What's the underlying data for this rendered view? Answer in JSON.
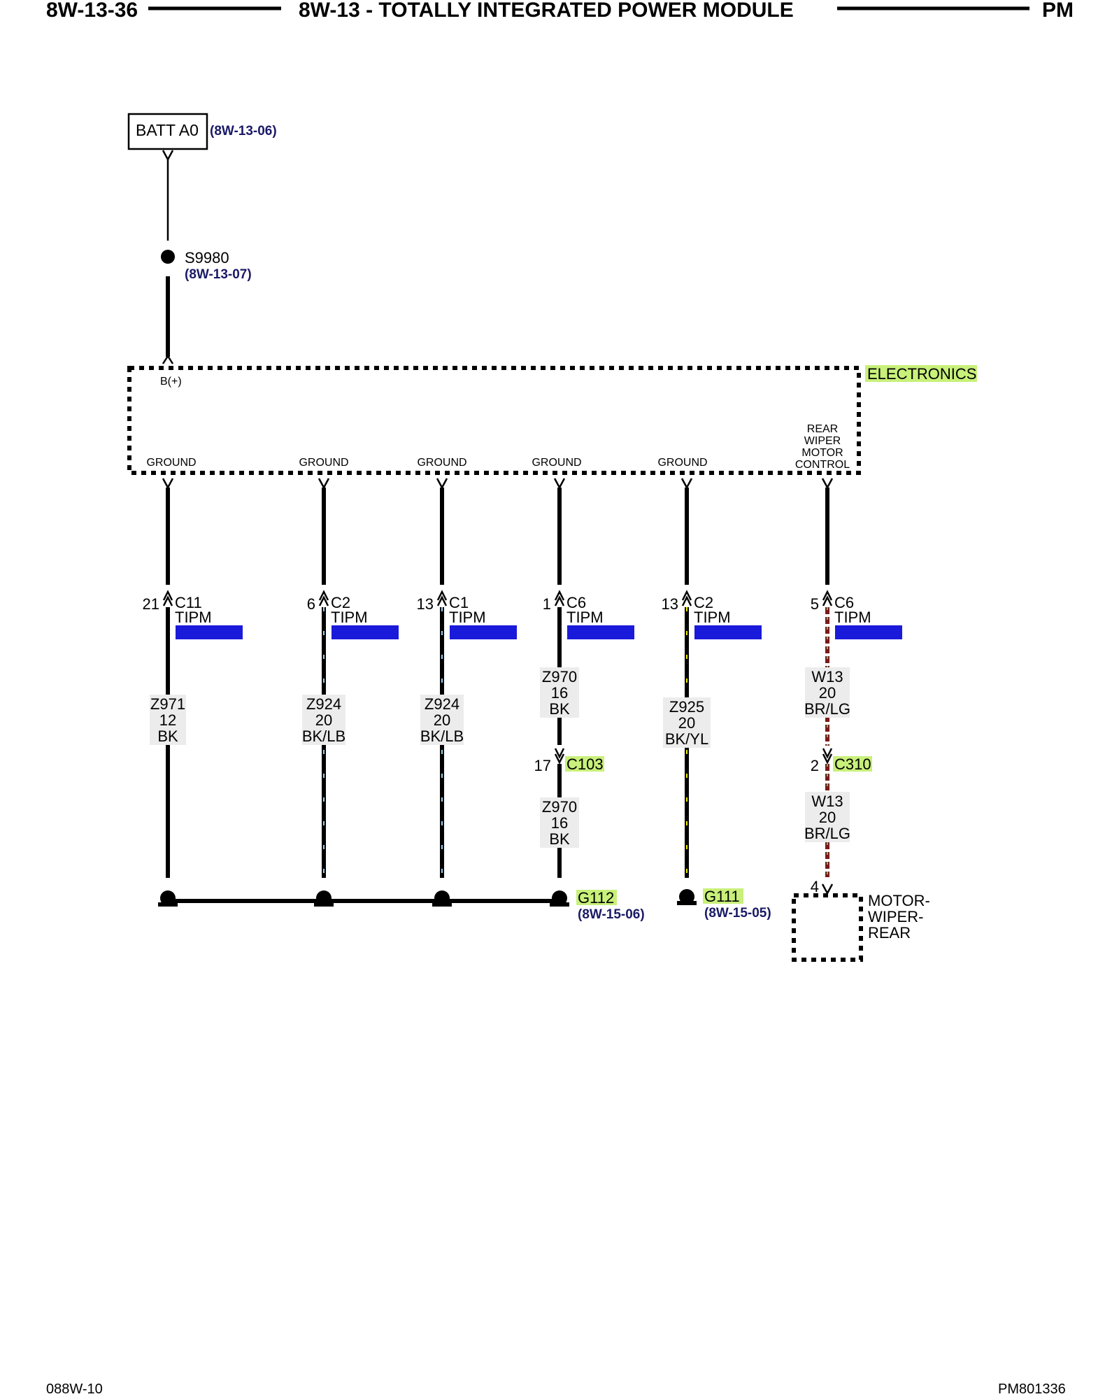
{
  "header": {
    "page_left": "8W-13-36",
    "title": "8W-13 - TOTALLY INTEGRATED POWER MODULE",
    "page_right": "PM"
  },
  "footer": {
    "left": "088W-10",
    "right": "PM801336"
  },
  "source": {
    "name": "BATT A0",
    "ref": "(8W-13-06)",
    "splice": "S9980",
    "splice_ref": "(8W-13-07)"
  },
  "module": {
    "label": "ELECTRONICS",
    "input": "B(+)",
    "output_labels": [
      "GROUND",
      "GROUND",
      "GROUND",
      "GROUND",
      "GROUND",
      "REAR WIPER MOTOR CONTROL"
    ]
  },
  "circuits": [
    {
      "pin": "21",
      "connector": "C11",
      "module": "TIPM",
      "wire": {
        "id": "Z971",
        "gauge": "12",
        "color": "BK"
      }
    },
    {
      "pin": "6",
      "connector": "C2",
      "module": "TIPM",
      "wire": {
        "id": "Z924",
        "gauge": "20",
        "color": "BK/LB"
      }
    },
    {
      "pin": "13",
      "connector": "C1",
      "module": "TIPM",
      "wire": {
        "id": "Z924",
        "gauge": "20",
        "color": "BK/LB"
      }
    },
    {
      "pin": "1",
      "connector": "C6",
      "module": "TIPM",
      "wire": {
        "id": "Z970",
        "gauge": "16",
        "color": "BK"
      },
      "inline": {
        "pin": "17",
        "connector": "C103"
      },
      "wire2": {
        "id": "Z970",
        "gauge": "16",
        "color": "BK"
      }
    },
    {
      "pin": "13",
      "connector": "C2",
      "module": "TIPM",
      "wire": {
        "id": "Z925",
        "gauge": "20",
        "color": "BK/YL"
      }
    },
    {
      "pin": "5",
      "connector": "C6",
      "module": "TIPM",
      "wire": {
        "id": "W13",
        "gauge": "20",
        "color": "BR/LG"
      },
      "inline": {
        "pin": "2",
        "connector": "C310"
      },
      "wire2": {
        "id": "W13",
        "gauge": "20",
        "color": "BR/LG"
      }
    }
  ],
  "grounds": [
    {
      "id": "G112",
      "ref": "(8W-15-06)"
    },
    {
      "id": "G111",
      "ref": "(8W-15-05)"
    }
  ],
  "load": {
    "pin": "4",
    "lines": [
      "MOTOR-",
      "WIPER-",
      "REAR"
    ]
  },
  "colors": {
    "green_highlight": "#c8f07a",
    "blue_highlight": "#1a1adb",
    "reference_text": "#1a1a66",
    "wire_light_blue": "#9ad0f0",
    "wire_yellow": "#e8e800",
    "wire_brown": "#7a1a1a",
    "wire_light_green": "#60c060"
  }
}
